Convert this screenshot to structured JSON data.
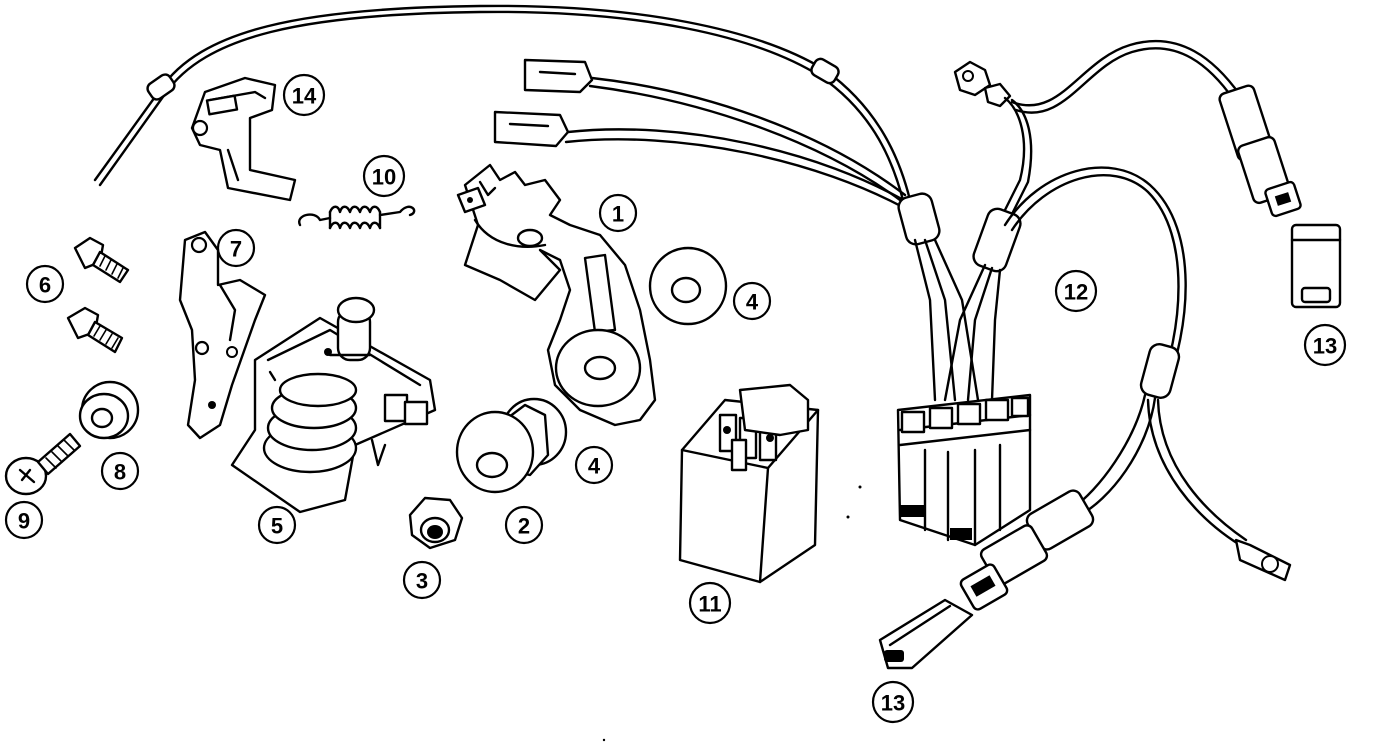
{
  "callouts": [
    {
      "id": "c1",
      "label": "1"
    },
    {
      "id": "c2",
      "label": "2"
    },
    {
      "id": "c3",
      "label": "3"
    },
    {
      "id": "c4a",
      "label": "4"
    },
    {
      "id": "c4b",
      "label": "4"
    },
    {
      "id": "c5",
      "label": "5"
    },
    {
      "id": "c6",
      "label": "6"
    },
    {
      "id": "c7",
      "label": "7"
    },
    {
      "id": "c8",
      "label": "8"
    },
    {
      "id": "c9",
      "label": "9"
    },
    {
      "id": "c10",
      "label": "10"
    },
    {
      "id": "c11",
      "label": "11"
    },
    {
      "id": "c12",
      "label": "12"
    },
    {
      "id": "c13a",
      "label": "13"
    },
    {
      "id": "c13b",
      "label": "13"
    },
    {
      "id": "c14",
      "label": "14"
    }
  ]
}
